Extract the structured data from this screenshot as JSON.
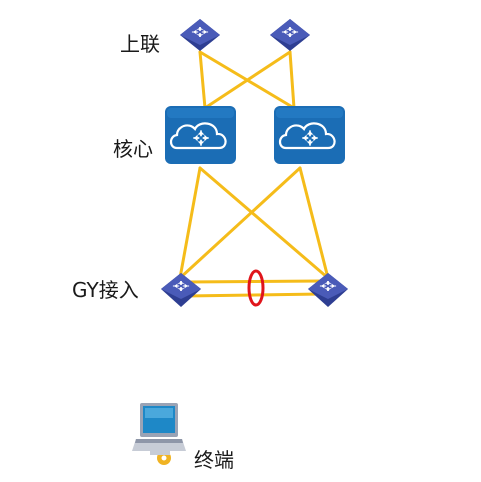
{
  "labels": {
    "uplink": "上联",
    "core": "核心",
    "access": "GY接入",
    "terminal": "终端"
  },
  "colors": {
    "link": "#F5BC1A",
    "device_dark": "#2E3E92",
    "device_mid": "#4A5BB8",
    "core_fill": "#1B6DB5",
    "aggregation_ring": "#E0151B"
  },
  "icons": {
    "uplink_left": "switch-icon",
    "uplink_right": "switch-icon",
    "core_left": "cloud-router-icon",
    "core_right": "cloud-router-icon",
    "access_left": "switch-icon",
    "access_right": "switch-icon",
    "terminal": "laptop-icon"
  }
}
